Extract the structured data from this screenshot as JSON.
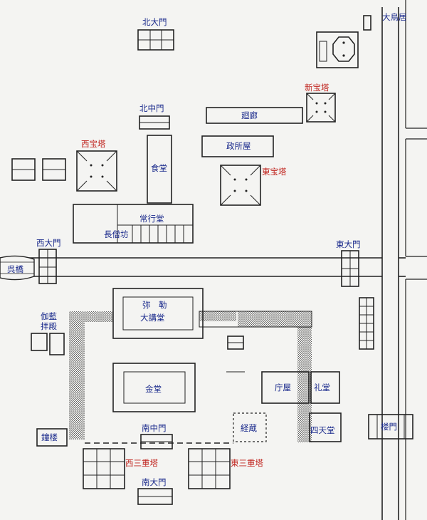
{
  "labels": {
    "kita_daimon": "北大門",
    "dai_torii": "大鳥居",
    "shin_hoto": "新宝塔",
    "kita_chumon": "北中門",
    "kairo": "廻廊",
    "sai_hoto": "西宝塔",
    "seisho_ya": "政所屋",
    "jikido": "食堂",
    "to_hoto": "東宝塔",
    "jogyodo": "常行堂",
    "chosobo": "長僧坊",
    "sai_daimon": "西大門",
    "to_daimon": "東大門",
    "kurebashi": "呉橋",
    "miroku": "弥　勒",
    "daikodo": "大講堂",
    "garan_1": "伽藍",
    "garan_2": "拝殿",
    "kondo": "金堂",
    "chonoya": "庁屋",
    "raido": "礼堂",
    "kyozo": "経蔵",
    "shitenno": "四天堂",
    "romon": "楼門",
    "shoro": "鐘楼",
    "minami_chumon": "南中門",
    "sai_sanju": "西三重塔",
    "to_sanju": "東三重塔",
    "minami_daimon": "南大門"
  },
  "colors": {
    "label_blue": "#1a2a8c",
    "label_red": "#c0241e",
    "ink": "#222222"
  }
}
